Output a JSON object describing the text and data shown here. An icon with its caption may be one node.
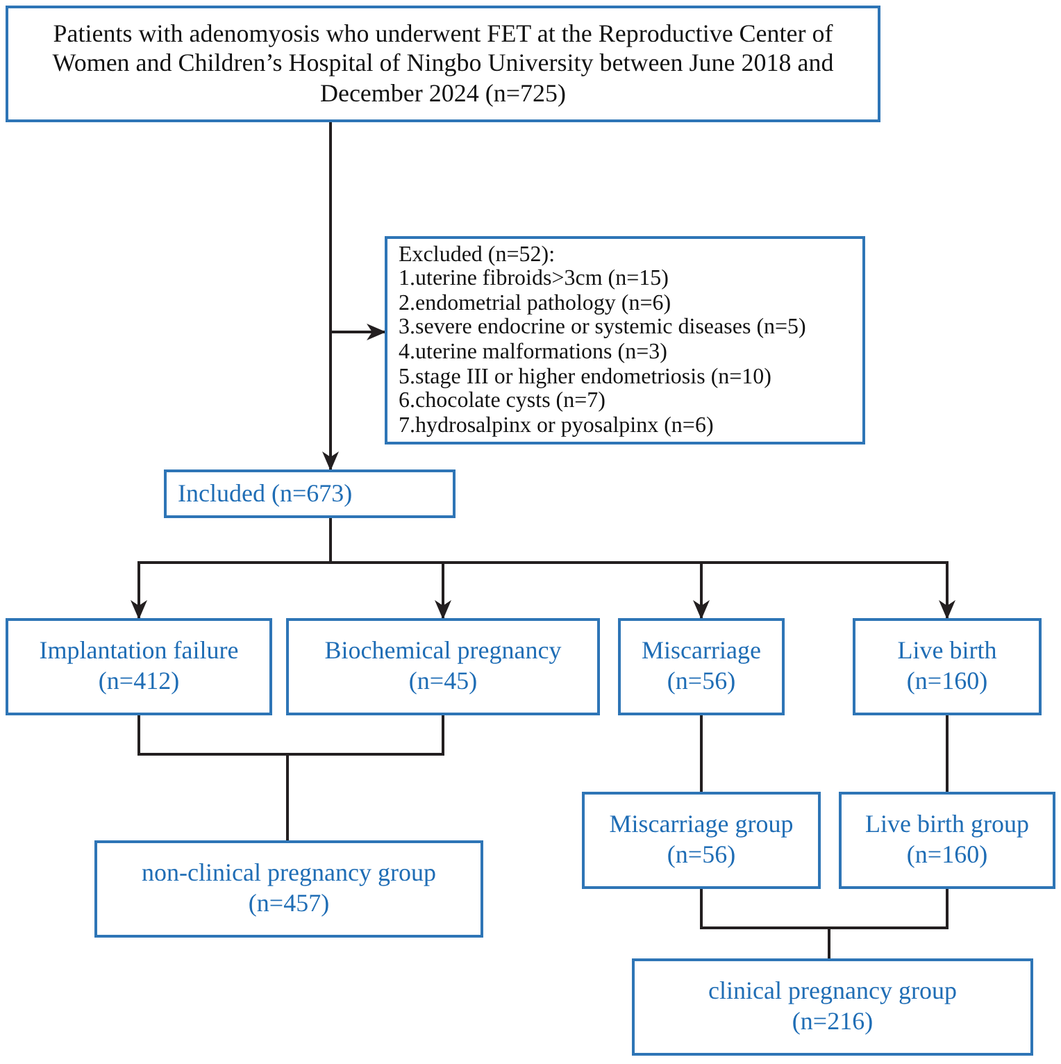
{
  "diagram": {
    "nodes": [
      {
        "text": [
          "Patients with adenomyosis who underwent FET at the Reproductive Center of Women and Children’s Hospital of Ningbo University between June 2018 and December 2024 (n=725)"
        ]
      },
      {
        "text": [
          "Excluded (n=52):",
          "1.uterine fibroids>3cm (n=15)",
          "2.endometrial pathology (n=6)",
          "3.severe endocrine or systemic diseases (n=5)",
          "4.uterine malformations (n=3)",
          "5.stage III or higher endometriosis (n=10)",
          "6.chocolate cysts (n=7)",
          "7.hydrosalpinx or pyosalpinx (n=6)"
        ]
      },
      {
        "text": [
          "Included (n=673)"
        ]
      },
      {
        "text": [
          "Implantation failure (n=412)"
        ]
      },
      {
        "text": [
          "Biochemical pregnancy (n=45)"
        ]
      },
      {
        "text": [
          "Miscarriage (n=56)"
        ]
      },
      {
        "text": [
          "Live birth (n=160)"
        ]
      },
      {
        "text": [
          "non-clinical pregnancy group (n=457)"
        ]
      },
      {
        "text": [
          "Miscarriage group (n=56)"
        ]
      },
      {
        "text": [
          "Live birth group (n=160)"
        ]
      },
      {
        "text": [
          "clinical pregnancy group (n=216)"
        ]
      }
    ],
    "edges": [
      {
        "from": 0,
        "to": 2,
        "arrow": "to"
      },
      {
        "from": 0,
        "to": 1,
        "arrow": "to"
      },
      {
        "from": 2,
        "to": 3,
        "arrow": "to"
      },
      {
        "from": 2,
        "to": 4,
        "arrow": "to"
      },
      {
        "from": 2,
        "to": 5,
        "arrow": "to"
      },
      {
        "from": 2,
        "to": 6,
        "arrow": "to"
      },
      {
        "from": 3,
        "to": 7,
        "arrow": "none"
      },
      {
        "from": 4,
        "to": 7,
        "arrow": "none"
      },
      {
        "from": 5,
        "to": 8,
        "arrow": "none"
      },
      {
        "from": 6,
        "to": 9,
        "arrow": "none"
      },
      {
        "from": 8,
        "to": 10,
        "arrow": "none"
      },
      {
        "from": 9,
        "to": 10,
        "arrow": "none"
      }
    ]
  }
}
